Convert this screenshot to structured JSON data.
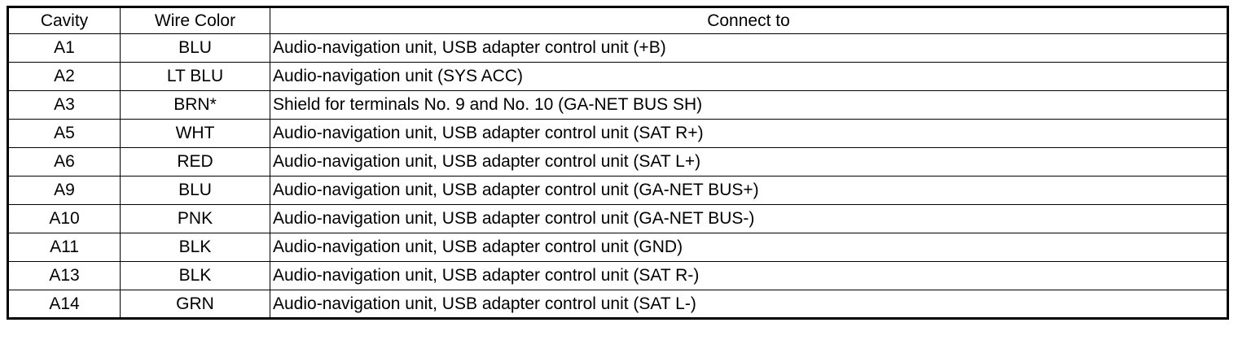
{
  "table": {
    "headers": [
      "Cavity",
      "Wire Color",
      "Connect to"
    ],
    "rows": [
      [
        "A1",
        "BLU",
        "Audio-navigation unit, USB adapter control unit (+B)"
      ],
      [
        "A2",
        "LT BLU",
        "Audio-navigation unit (SYS ACC)"
      ],
      [
        "A3",
        "BRN*",
        "Shield for terminals No. 9 and No. 10 (GA-NET BUS SH)"
      ],
      [
        "A5",
        "WHT",
        "Audio-navigation unit, USB adapter control unit (SAT R+)"
      ],
      [
        "A6",
        "RED",
        "Audio-navigation unit, USB adapter control unit (SAT L+)"
      ],
      [
        "A9",
        "BLU",
        "Audio-navigation unit, USB adapter control unit (GA-NET BUS+)"
      ],
      [
        "A10",
        "PNK",
        "Audio-navigation unit, USB adapter control unit (GA-NET BUS-)"
      ],
      [
        "A11",
        "BLK",
        "Audio-navigation unit, USB adapter control unit (GND)"
      ],
      [
        "A13",
        "BLK",
        "Audio-navigation unit, USB adapter control unit (SAT R-)"
      ],
      [
        "A14",
        "GRN",
        "Audio-navigation unit, USB adapter control unit (SAT L-)"
      ]
    ]
  }
}
